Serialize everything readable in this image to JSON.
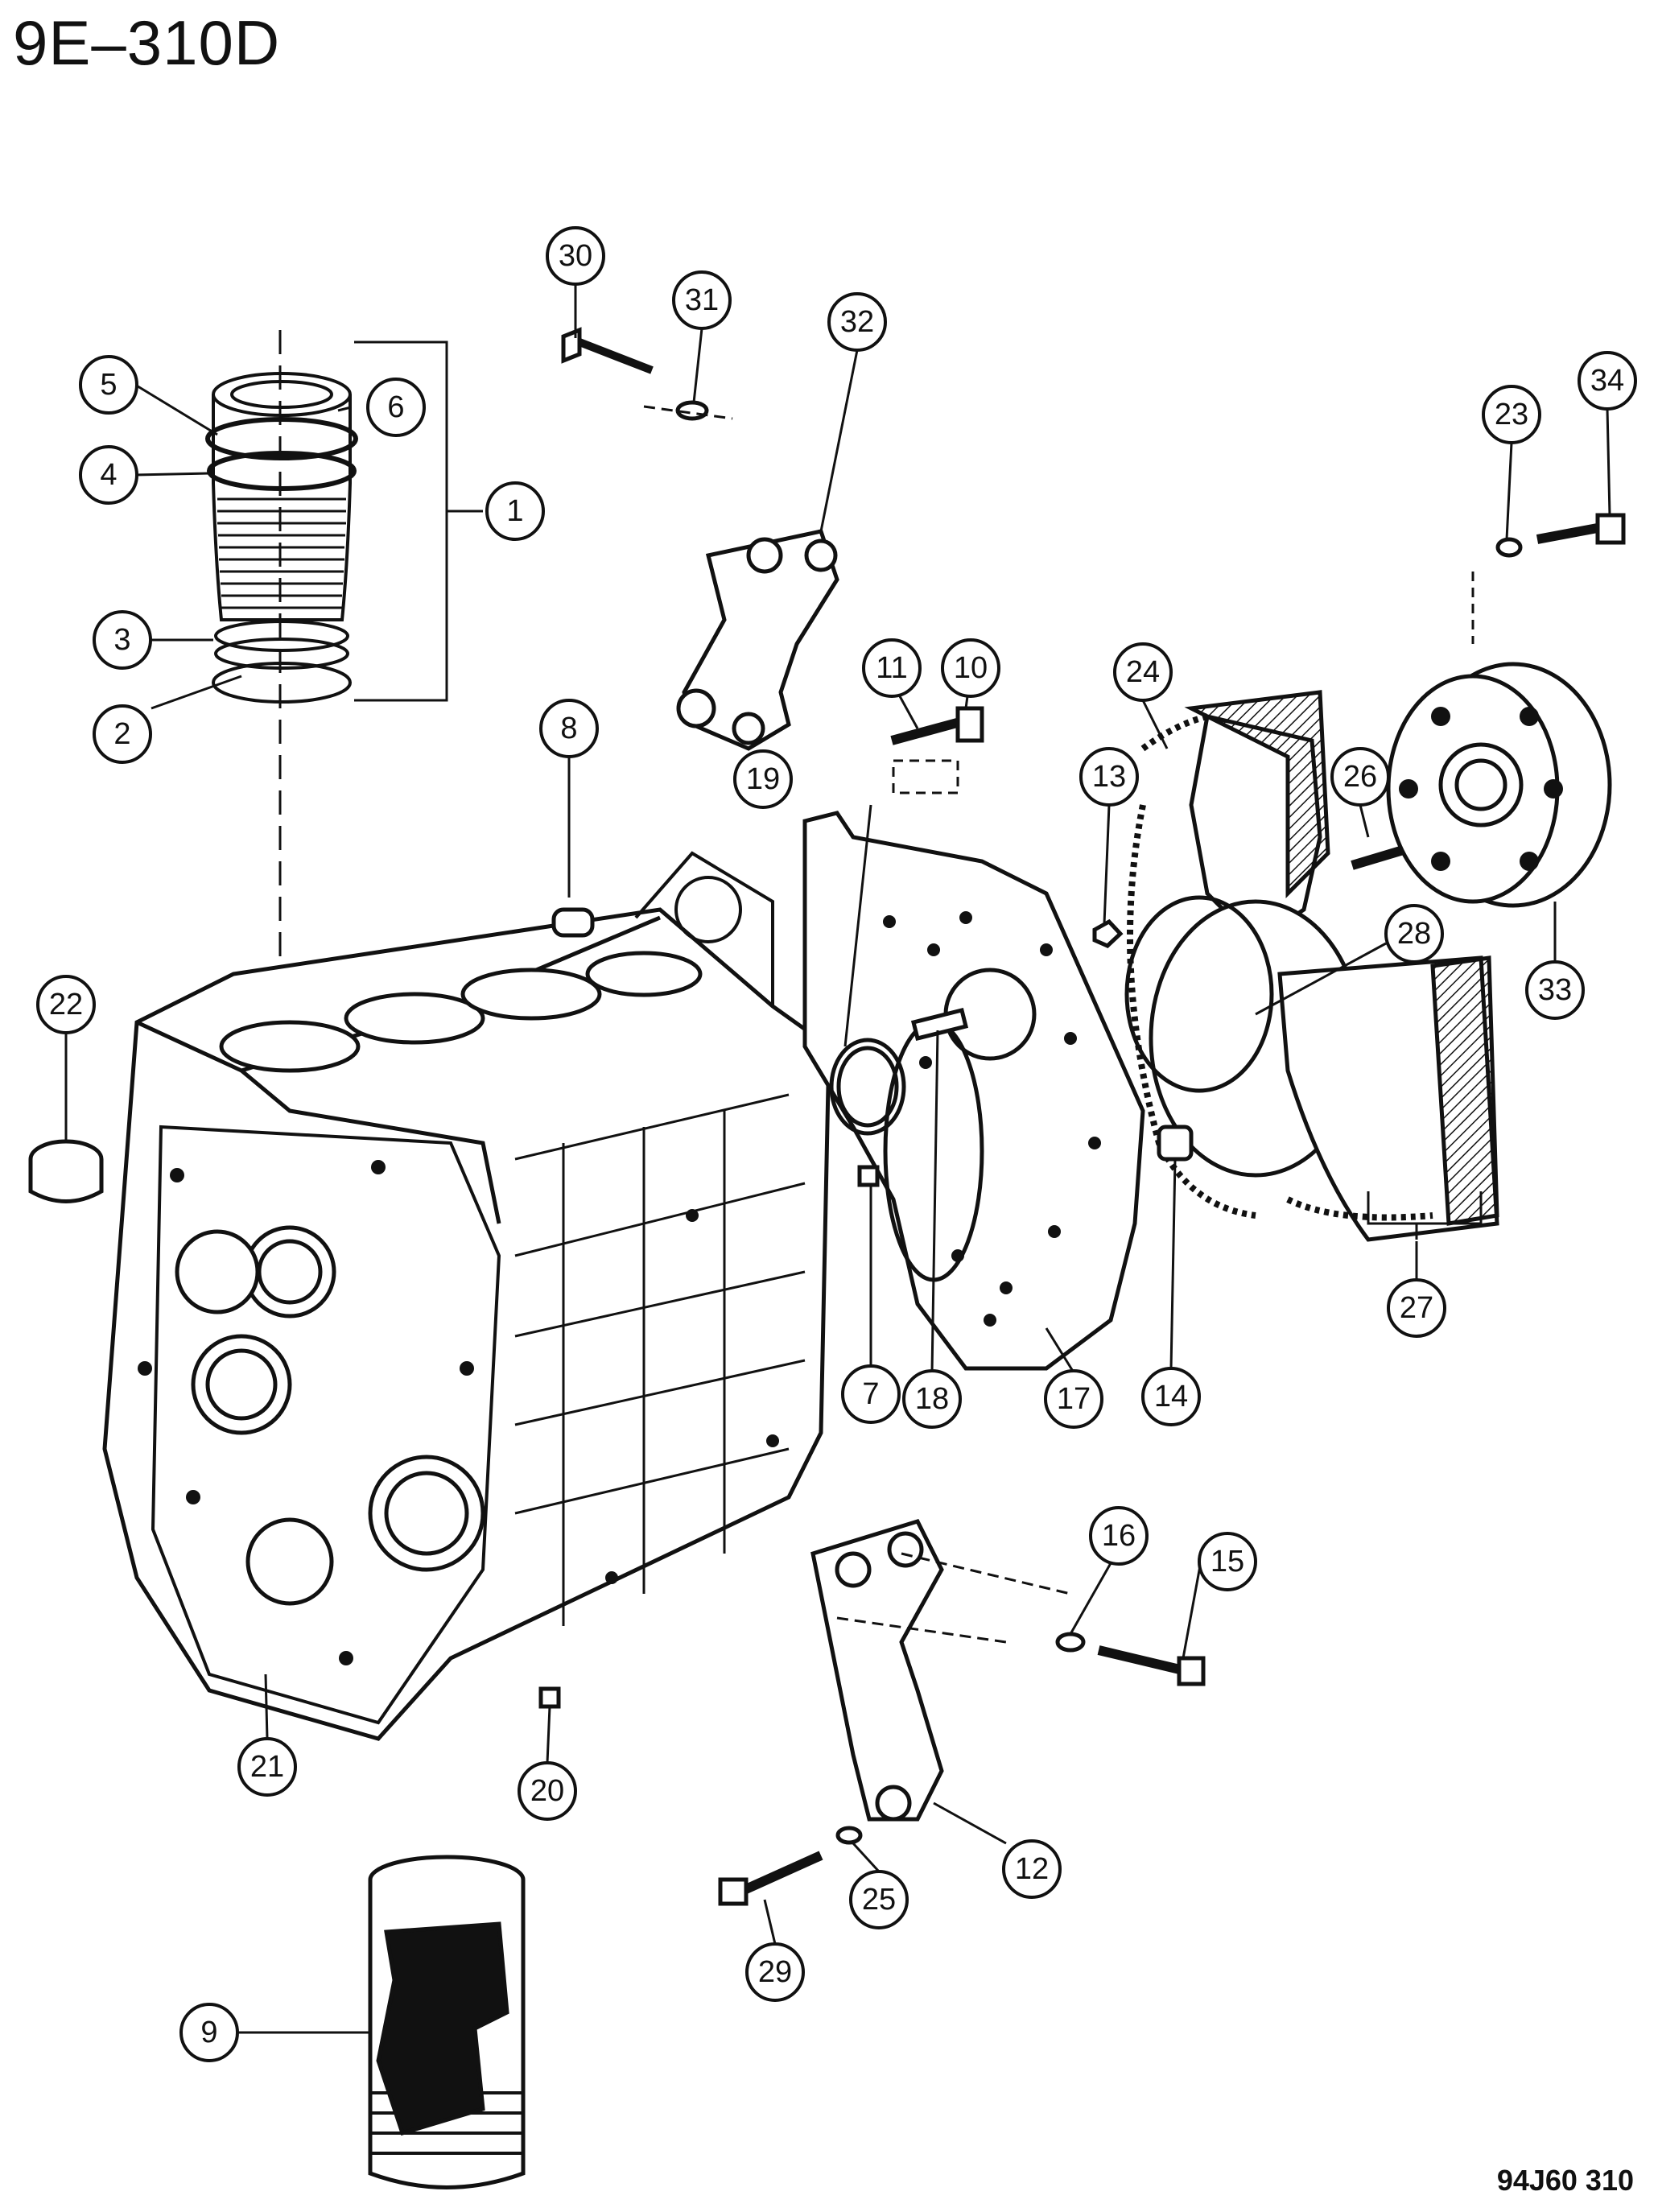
{
  "page_code": "9E–310D",
  "drawing_id": "94J60  310",
  "callouts": [
    "1",
    "2",
    "3",
    "4",
    "5",
    "6",
    "7",
    "8",
    "9",
    "10",
    "11",
    "12",
    "13",
    "14",
    "15",
    "16",
    "17",
    "18",
    "19",
    "20",
    "21",
    "22",
    "23",
    "24",
    "25",
    "26",
    "27",
    "28",
    "29",
    "30",
    "31",
    "32",
    "33",
    "34"
  ]
}
